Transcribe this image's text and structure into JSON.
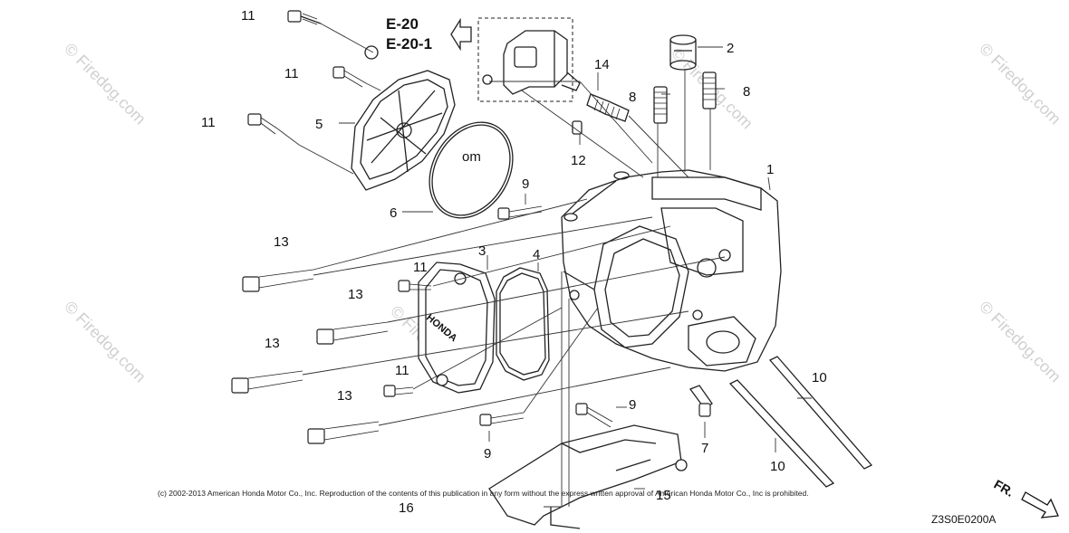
{
  "diagram": {
    "reference_lines": [
      "E-20",
      "E-20-1"
    ],
    "watermark": "© Firedog.com",
    "copyright": "(c) 2002-2013 American Honda Motor Co., Inc. Reproduction of the contents of this publication in any form without the express written approval of American Honda Motor Co., Inc is prohibited.",
    "diagram_code": "Z3S0E0200A",
    "direction_label": "FR.",
    "cover_text": "HONDA",
    "gasket_text": "om",
    "callouts": {
      "c11a": "11",
      "c11b": "11",
      "c11c": "11",
      "c11d": "11",
      "c11e": "11",
      "c2": "2",
      "c14": "14",
      "c8a": "8",
      "c8b": "8",
      "c5": "5",
      "c1": "1",
      "c12": "12",
      "c9a": "9",
      "c6": "6",
      "c13a": "13",
      "c3": "3",
      "c4": "4",
      "c13b": "13",
      "c13c": "13",
      "c10a": "10",
      "c9b": "9",
      "c13d": "13",
      "c7": "7",
      "c9c": "9",
      "c10b": "10",
      "c15": "15",
      "c16": "16"
    }
  }
}
